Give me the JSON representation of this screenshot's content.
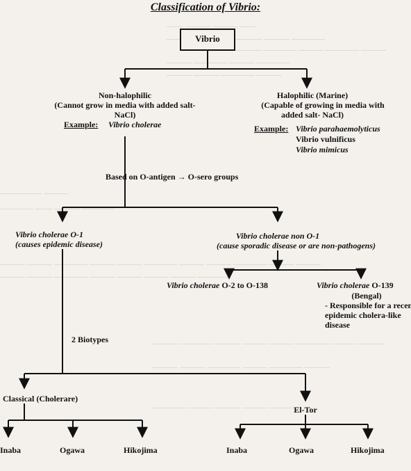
{
  "title": "Classification of Vibrio:",
  "root": "Vibrio",
  "non_halophilic": {
    "heading": "Non-halophilic",
    "desc_line1": "(Cannot grow in media with added salt-",
    "desc_line2": "NaCl)",
    "example_label": "Example:",
    "example": "Vibrio cholerae"
  },
  "halophilic": {
    "heading": "Halophilic (Marine)",
    "desc_line1": "(Capable of growing in media with",
    "desc_line2": "added salt- NaCl)",
    "example_label": "Example:",
    "examples": [
      "Vibrio parahaemolyticus",
      "Vibrio vulnificus",
      "Vibrio mimicus"
    ]
  },
  "serogroup_basis": "Based on O-antigen → O-sero groups",
  "o1": {
    "name": "Vibrio cholerae O-1",
    "note": "(causes epidemic disease)"
  },
  "non_o1": {
    "name": "Vibrio cholerae non O-1",
    "note": "(cause sporadic disease or are non-pathogens)"
  },
  "o2_o138": {
    "name": "Vibrio cholerae",
    "suffix": "O-2 to O-138"
  },
  "o139": {
    "name": "Vibrio cholerae",
    "suffix": "O-139",
    "place": "(Bengal)",
    "note_lines": [
      "- Responsible for a recent",
      "epidemic cholera-like",
      "disease"
    ]
  },
  "biotypes_label": "2 Biotypes",
  "classical": {
    "name": "Classical (Cholerare)",
    "serotypes": [
      "Inaba",
      "Ogawa",
      "Hikojima"
    ]
  },
  "eltor": {
    "name": "El-Tor",
    "serotypes": [
      "Inaba",
      "Ogawa",
      "Hikojima"
    ]
  }
}
